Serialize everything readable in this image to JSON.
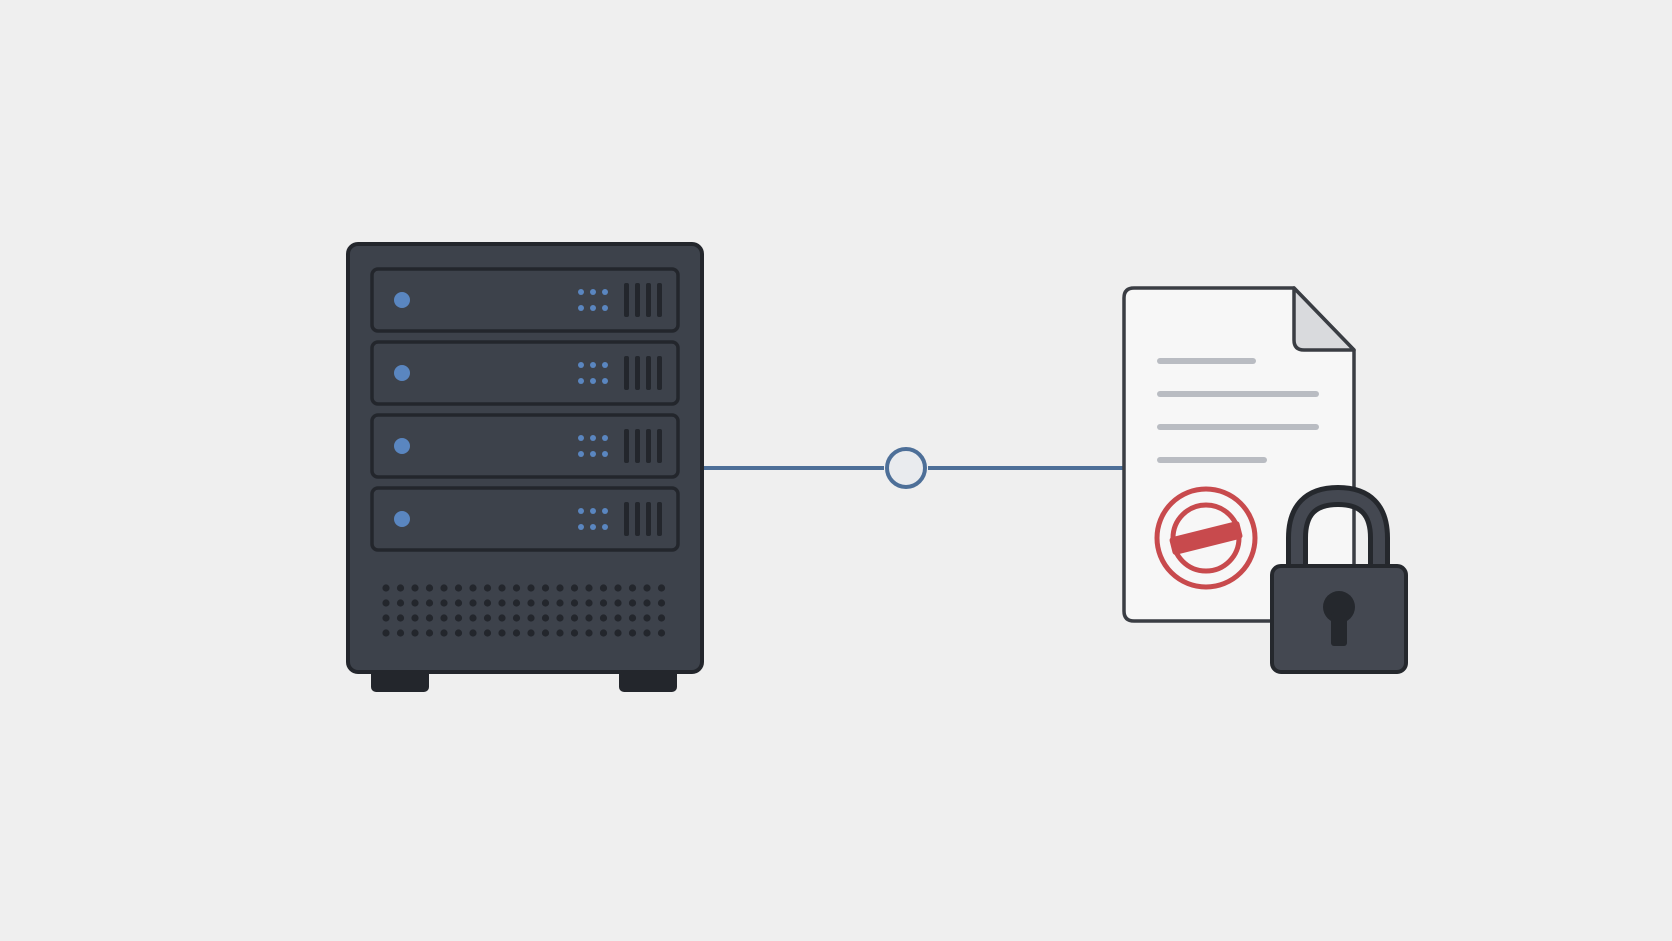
{
  "colors": {
    "background": "#efefef",
    "server_body": "#3d424b",
    "server_outline": "#23262c",
    "indicator_blue": "#5a86c0",
    "connector_line": "#4d6f98",
    "connector_node_fill": "#e9ebee",
    "document_fill": "#f7f7f7",
    "document_outline": "#3a3d43",
    "document_fold": "#d9dadd",
    "document_text_lines": "#b9bcc2",
    "stamp_red": "#c84a4d",
    "lock_body": "#444851",
    "lock_outline": "#25282d"
  },
  "diagram": {
    "nodes": [
      {
        "id": "server",
        "icon": "server-rack-icon",
        "drive_bays": 4
      },
      {
        "id": "connector",
        "icon": "connection-node-icon"
      },
      {
        "id": "document",
        "icon": "document-icon",
        "text_lines": 4,
        "stamp": "rejected-stamp-icon"
      },
      {
        "id": "lock",
        "icon": "padlock-icon"
      }
    ],
    "edges": [
      {
        "from": "server",
        "to": "connector"
      },
      {
        "from": "connector",
        "to": "document"
      }
    ]
  }
}
